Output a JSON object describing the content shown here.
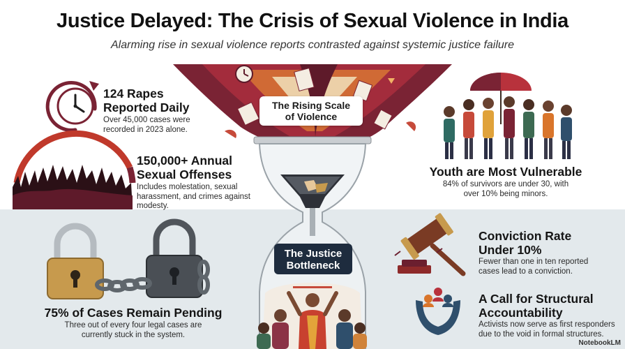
{
  "header": {
    "title": "Justice Delayed: The Crisis of Sexual Violence in India",
    "subtitle": "Alarming rise in sexual violence reports contrasted against systemic justice failure"
  },
  "center": {
    "rising_line1": "The Rising Scale",
    "rising_line2": "of Violence",
    "bottleneck_line1": "The Justice",
    "bottleneck_line2": "Bottleneck"
  },
  "stats": {
    "daily": {
      "title_line1": "124 Rapes",
      "title_line2": "Reported Daily",
      "desc_line1": "Over 45,000 cases were",
      "desc_line2": "recorded in 2023 alone."
    },
    "annual": {
      "title_line1": "150,000+ Annual",
      "title_line2": "Sexual Offenses",
      "desc_line1": "Includes molestation, sexual",
      "desc_line2": "harassment, and crimes against",
      "desc_line3": "modesty."
    },
    "pending": {
      "title": "75% of Cases Remain Pending",
      "desc_line1": "Three out of every four legal cases are",
      "desc_line2": "currently stuck in the system."
    },
    "youth": {
      "title": "Youth are Most Vulnerable",
      "desc_line1": "84% of survivors are under 30, with",
      "desc_line2": "over 10% being minors."
    },
    "conviction": {
      "title_line1": "Conviction Rate",
      "title_line2": "Under 10%",
      "desc_line1": "Fewer than one in ten reported",
      "desc_line2": "cases lead to a conviction."
    },
    "call": {
      "title_line1": "A Call for Structural",
      "title_line2": "Accountability",
      "desc_line1": "Activists now serve as first responders",
      "desc_line2": "due to the void in formal structures."
    }
  },
  "branding": {
    "label": "NotebookLM"
  },
  "colors": {
    "maroon": "#6b1f2f",
    "red": "#b8323c",
    "orange": "#d9752b",
    "navy": "#1e2c3e",
    "band": "#e3e9ec",
    "lock_gold": "#c79a4d",
    "lock_dark": "#4a4f55"
  }
}
